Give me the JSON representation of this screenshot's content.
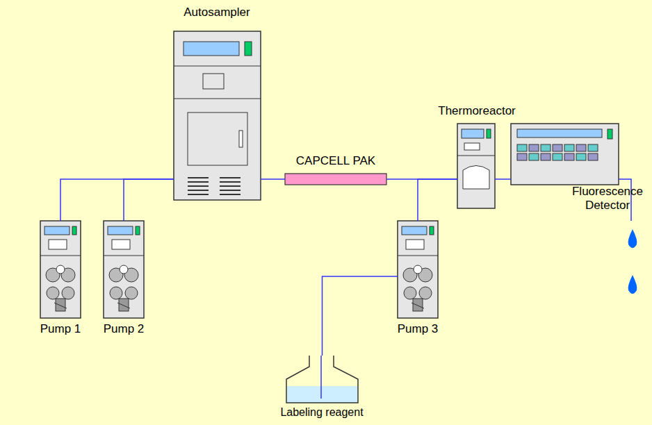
{
  "diagram": {
    "nodes": [
      {
        "text": [
          "Autosampler"
        ]
      },
      {
        "text": [
          "CAPCELL PAK"
        ]
      },
      {
        "text": [
          "Thermoreactor"
        ]
      },
      {
        "text": [
          "Fluorescence Detector"
        ]
      },
      {
        "text": [
          "Pump 1"
        ]
      },
      {
        "text": [
          "Pump 2"
        ]
      },
      {
        "text": [
          "Pump 3"
        ]
      },
      {
        "text": [
          "Labeling reagent"
        ]
      }
    ],
    "edges": [
      {
        "from": 4,
        "to": 0,
        "arrow": "none"
      },
      {
        "from": 5,
        "to": 0,
        "arrow": "none"
      },
      {
        "from": 0,
        "to": 1,
        "arrow": "none"
      },
      {
        "from": 1,
        "to": 2,
        "arrow": "none"
      },
      {
        "from": 6,
        "to": 2,
        "arrow": "none"
      },
      {
        "from": 2,
        "to": 3,
        "arrow": "none"
      },
      {
        "from": 7,
        "to": 6,
        "arrow": "none"
      }
    ]
  }
}
